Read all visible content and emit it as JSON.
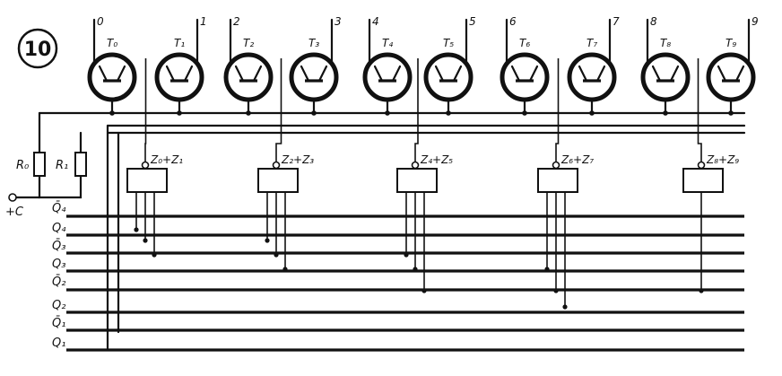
{
  "figure_number": "10",
  "transistors": [
    {
      "label": "T₀",
      "output": "0"
    },
    {
      "label": "T₁",
      "output": "1"
    },
    {
      "label": "T₂",
      "output": "2"
    },
    {
      "label": "T₃",
      "output": "3"
    },
    {
      "label": "T₄",
      "output": "4"
    },
    {
      "label": "T₅",
      "output": "5"
    },
    {
      "label": "T₆",
      "output": "6"
    },
    {
      "label": "T₇",
      "output": "7"
    },
    {
      "label": "T₈",
      "output": "8"
    },
    {
      "label": "T₉",
      "output": "9"
    }
  ],
  "decoders": [
    {
      "label": "Z₀+Z₁"
    },
    {
      "label": "Z₂+Z₃"
    },
    {
      "label": "Z₄+Z₅"
    },
    {
      "label": "Z₆+Z₇"
    },
    {
      "label": "Z₈+Z₉"
    }
  ],
  "resistors": [
    {
      "label": "R₀"
    },
    {
      "label": "R₁"
    }
  ],
  "supply_label": "+C",
  "bus_lines": [
    {
      "label": "Q̄₄"
    },
    {
      "label": "Q₄"
    },
    {
      "label": "Q̄₃"
    },
    {
      "label": "Q₃"
    },
    {
      "label": "Q̄₂"
    },
    {
      "label": "Q₂"
    },
    {
      "label": "Q̄₁"
    },
    {
      "label": "Q₁"
    }
  ]
}
